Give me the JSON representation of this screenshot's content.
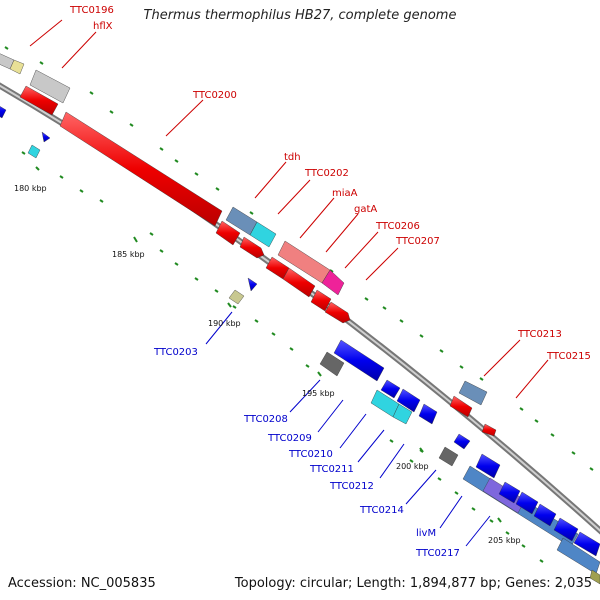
{
  "title": "Thermus thermophilus HB27, complete genome",
  "footer": {
    "accession": "Accession: NC_005835",
    "summary": "Topology: circular; Length: 1,894,877 bp; Genes: 2,035"
  },
  "colors": {
    "forward_label": "#cc0000",
    "reverse_label": "#0000cc",
    "backbone": "#888888",
    "tick": "#228b22"
  },
  "kbp_labels": [
    "180 kbp",
    "185 kbp",
    "190 kbp",
    "195 kbp",
    "200 kbp",
    "205 kbp"
  ],
  "forward_labels": [
    "TTC0196",
    "hflX",
    "TTC0200",
    "tdh",
    "TTC0202",
    "miaA",
    "gatA",
    "TTC0206",
    "TTC0207",
    "TTC0213",
    "TTC0215"
  ],
  "reverse_labels": [
    "TTC0203",
    "TTC0208",
    "TTC0209",
    "TTC0210",
    "TTC0211",
    "TTC0212",
    "TTC0214",
    "livM",
    "TTC0217"
  ]
}
